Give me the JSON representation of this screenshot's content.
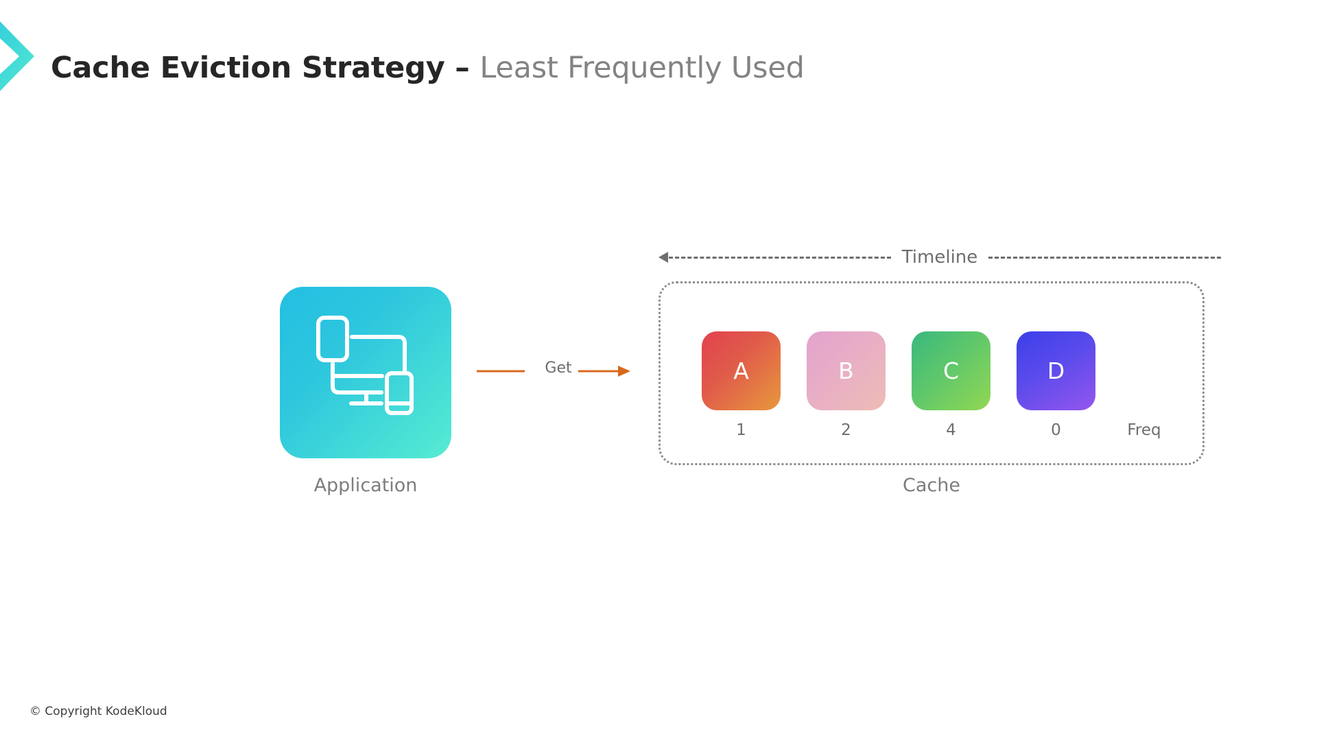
{
  "slide": {
    "title_main": "Cache Eviction Strategy – ",
    "title_sub": "Least Frequently Used",
    "logo_icon": "kodekloud-chevron-logo",
    "footer": "© Copyright KodeKloud"
  },
  "application": {
    "label": "Application",
    "icon": "connected-devices-icon",
    "gradient_from": "#24bfe3",
    "gradient_to": "#57ecd2"
  },
  "flow": {
    "arrow_label": "Get",
    "arrow_icon": "arrow-right-icon",
    "arrow_color": "#d9681c"
  },
  "timeline": {
    "label": "Timeline",
    "arrow_icon": "arrow-left-icon",
    "line_color": "#6e6e6e",
    "direction": "right-to-left"
  },
  "cache": {
    "label": "Cache",
    "freq_axis_label": "Freq",
    "border_color": "#8d8d8d",
    "entries": [
      {
        "key": "A",
        "freq": "1",
        "gradient_from": "#e2424f",
        "gradient_to": "#e8983c"
      },
      {
        "key": "B",
        "freq": "2",
        "gradient_from": "#e2a3cd",
        "gradient_to": "#eebcb6"
      },
      {
        "key": "C",
        "freq": "4",
        "gradient_from": "#39b87e",
        "gradient_to": "#92d753"
      },
      {
        "key": "D",
        "freq": "0",
        "gradient_from": "#3b3fe9",
        "gradient_to": "#9456ed"
      }
    ]
  }
}
